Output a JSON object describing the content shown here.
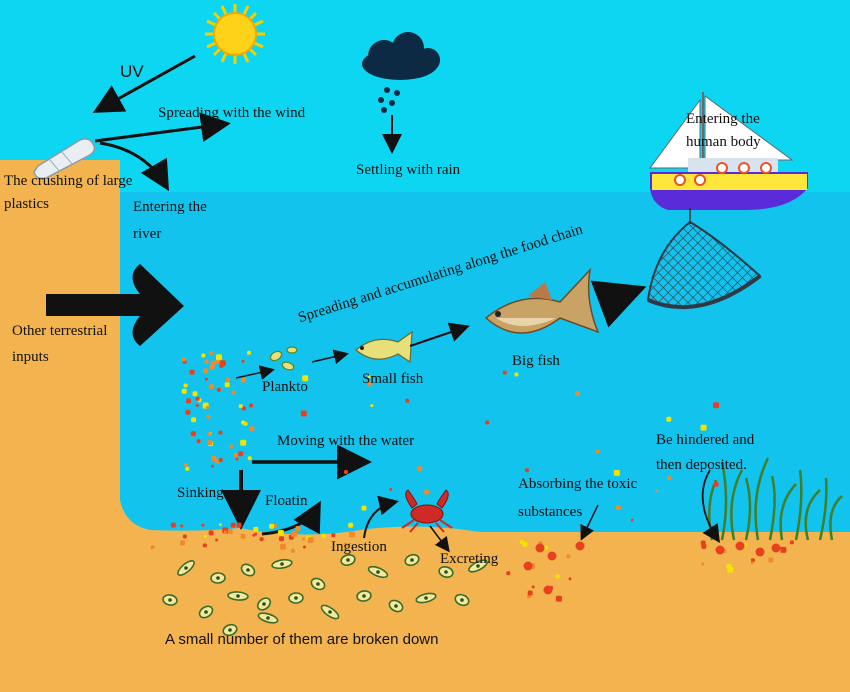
{
  "labels": {
    "uv": "UV",
    "spreading_wind": "Spreading with the wind",
    "settling_rain": "Settling with rain",
    "crushing": "The crushing of large plastics",
    "entering_river": "Entering the river",
    "entering_human": "Entering the human body",
    "other_terrestrial": "Other terrestrial inputs",
    "food_chain": "Spreading and accumulating along the food chain",
    "plankton": "Plankto",
    "small_fish": "Small fish",
    "big_fish": "Big fish",
    "moving_water": "Moving with the water",
    "hindered": "Be hindered and then deposited.",
    "absorbing": "Absorbing the toxic substances",
    "sinking": "Sinking",
    "floating": "Floatin",
    "ingestion": "Ingestion",
    "excreting": "Excreting",
    "broken_down": "A small number of them are broken down"
  },
  "colors": {
    "sky": "#0dd6f2",
    "water": "#12c3ee",
    "land": "#f3b450",
    "particle_red": "#e8401e",
    "particle_yellow": "#f2e300",
    "particle_orange": "#f08a2a"
  }
}
